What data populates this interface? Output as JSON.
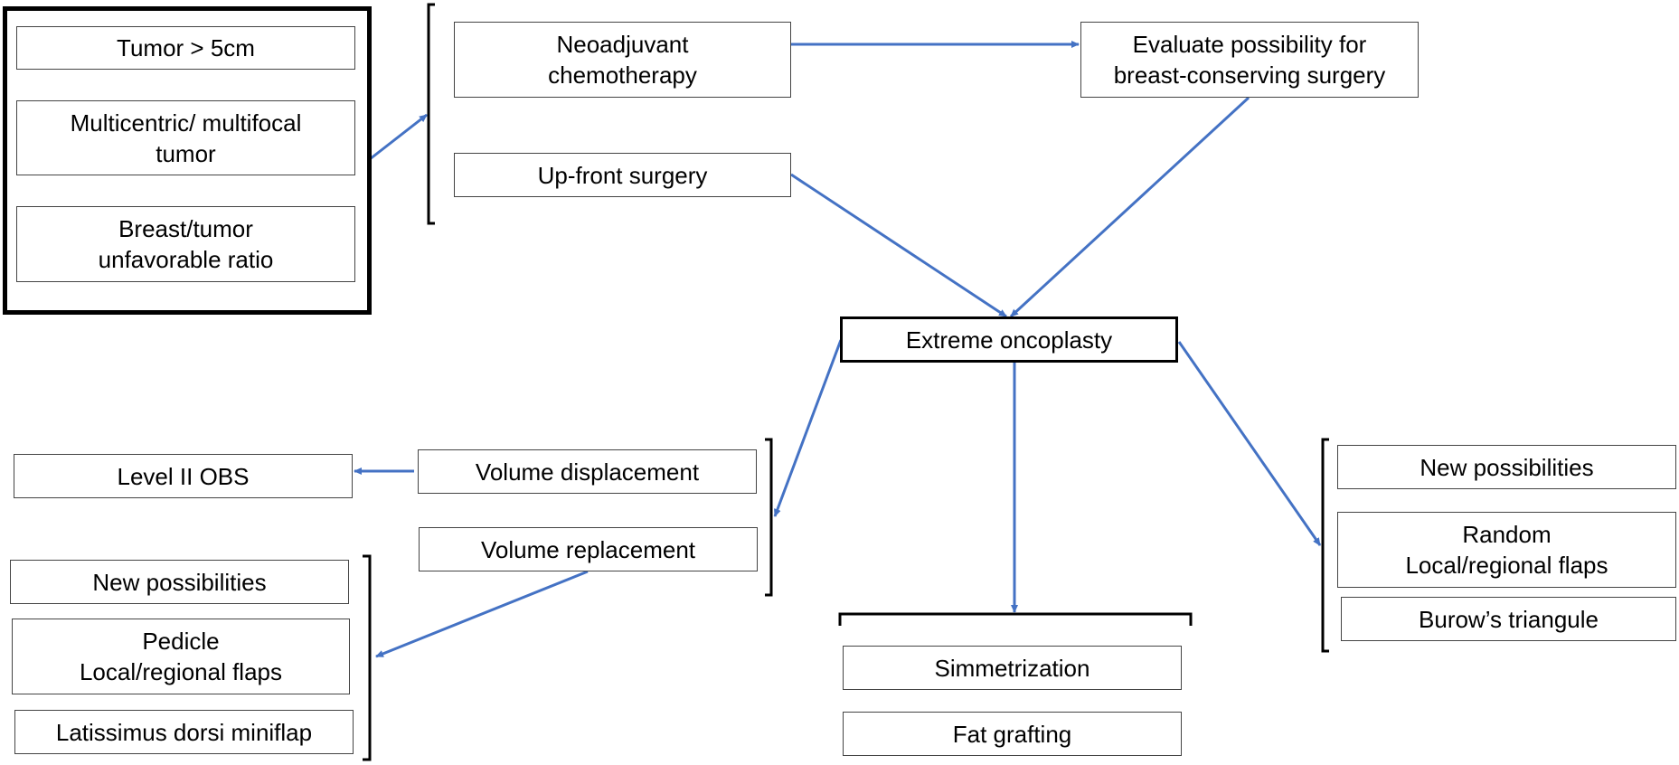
{
  "criteria": {
    "tumor_size": "Tumor > 5cm",
    "multicentric": "Multicentric/ multifocal\ntumor",
    "ratio": "Breast/tumor\nunfavorable ratio"
  },
  "pathways": {
    "neoadjuvant": "Neoadjuvant\nchemotherapy",
    "evaluate": "Evaluate possibility for\nbreast-conserving surgery",
    "upfront": "Up-front surgery"
  },
  "central": {
    "label": "Extreme oncoplasty"
  },
  "left_branch": {
    "volume_displacement": "Volume displacement",
    "volume_replacement": "Volume replacement",
    "level_ii_obs": "Level II OBS",
    "new_possibilities": "New possibilities",
    "pedicle": "Pedicle\nLocal/regional flaps",
    "latissimus": "Latissimus dorsi miniflap"
  },
  "middle_branch": {
    "simmetrization": "Simmetrization",
    "fat_grafting": "Fat grafting"
  },
  "right_branch": {
    "new_possibilities": "New possibilities",
    "random": "Random\nLocal/regional flaps",
    "burow": "Burow’s triangule"
  },
  "colors": {
    "arrow": "#4472C4",
    "bracket": "#000000",
    "border": "#444444"
  }
}
